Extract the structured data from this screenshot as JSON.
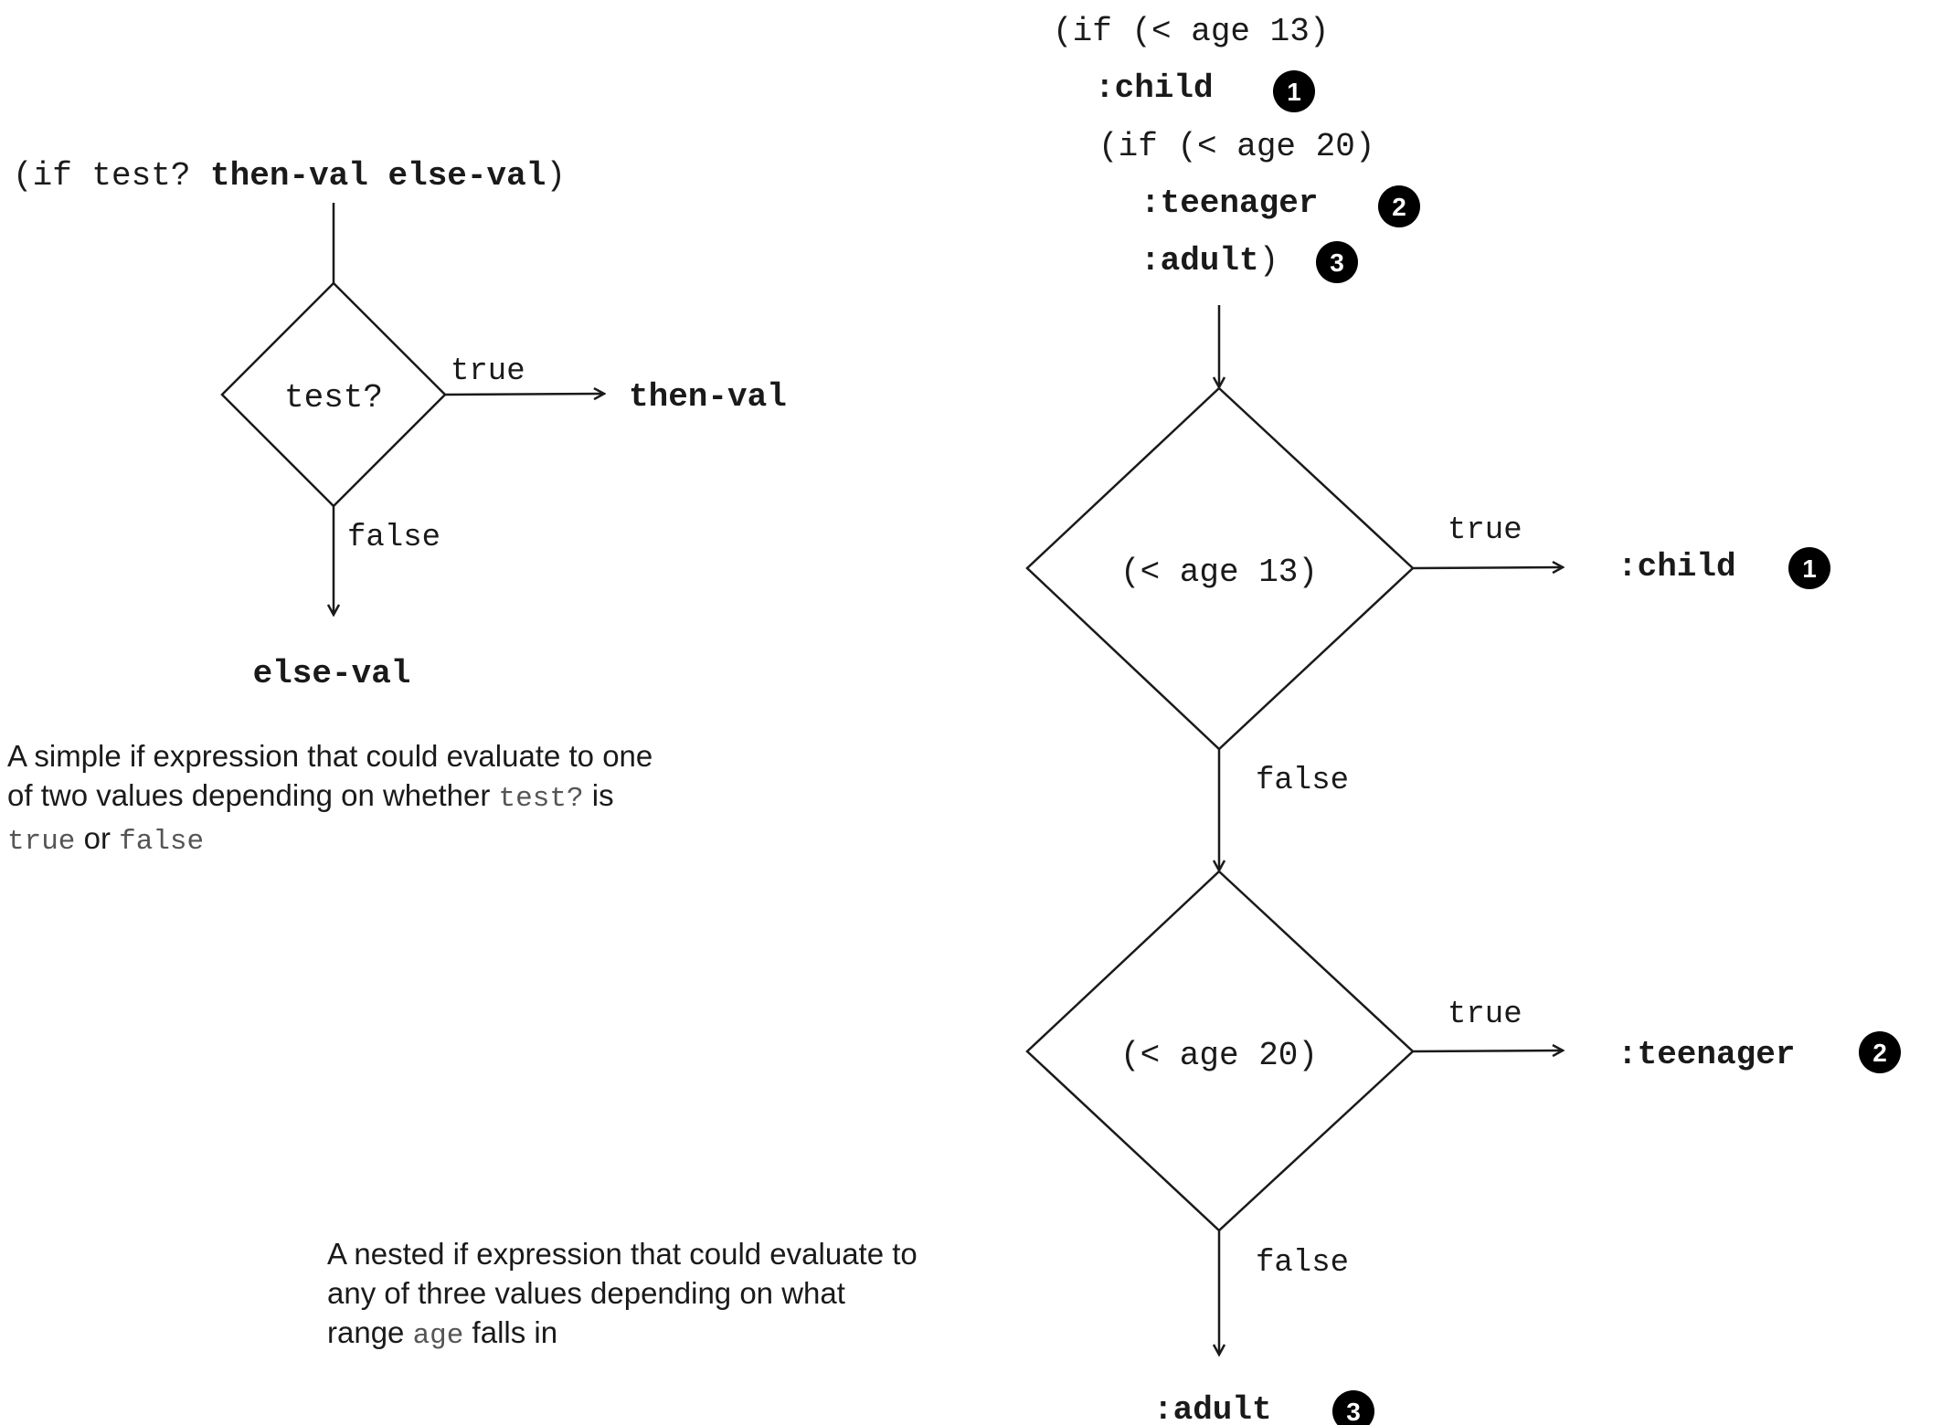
{
  "simple": {
    "syntax_prefix": "(if test? ",
    "syntax_then": "then-val",
    "syntax_space": " ",
    "syntax_else": "else-val",
    "syntax_suffix": ")",
    "diamond_label": "test?",
    "true_label": "true",
    "false_label": "false",
    "then_result": "then-val",
    "else_result": "else-val",
    "caption_line1": "A simple if expression that could evaluate to one",
    "caption_line2a": "of two values depending on whether ",
    "caption_code_test": "test?",
    "caption_line2b": " is",
    "caption_code_true": "true",
    "caption_or": " or ",
    "caption_code_false": "false"
  },
  "nested": {
    "code_line1": "(if (< age 13)",
    "code_child": ":child",
    "code_line3": "(if (< age 20)",
    "code_teenager": ":teenager",
    "code_adult": ":adult",
    "code_close": ")",
    "badge1": "1",
    "badge2": "2",
    "badge3": "3",
    "diamond1_label": "(< age 13)",
    "diamond2_label": "(< age 20)",
    "true_label_1": "true",
    "false_label_1": "false",
    "true_label_2": "true",
    "false_label_2": "false",
    "result_child": ":child",
    "result_teenager": ":teenager",
    "result_adult": ":adult",
    "caption_line1": "A nested if expression that could evaluate to",
    "caption_line2": "any of three values depending on what",
    "caption_line3a": "range ",
    "caption_code_age": "age",
    "caption_line3b": " falls in"
  }
}
